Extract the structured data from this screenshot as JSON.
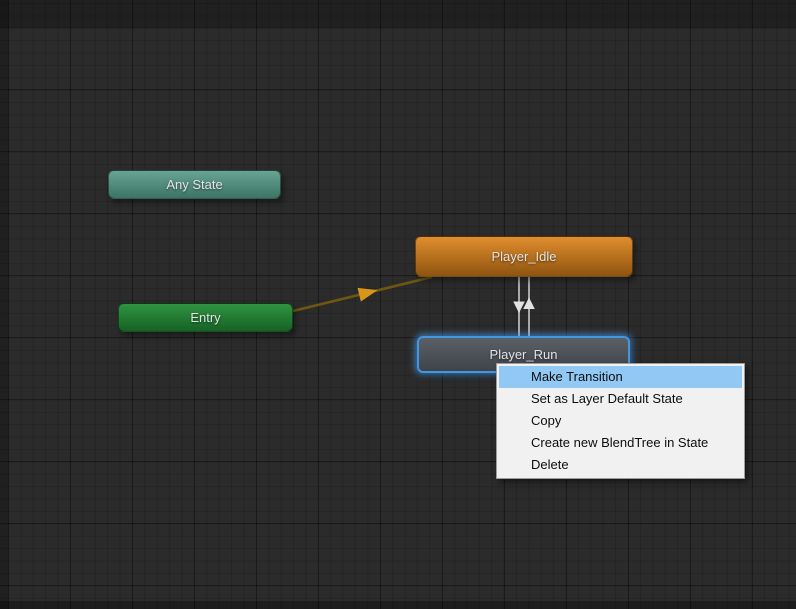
{
  "canvas": {
    "background": "#2b2b2b",
    "grid_minor_color": "#242424",
    "grid_major_color": "#1c1c1c"
  },
  "nodes": {
    "any_state": {
      "label": "Any State",
      "color_top": "#68a393",
      "color_bottom": "#3c7465"
    },
    "player_idle": {
      "label": "Player_Idle",
      "color_top": "#e08e2e",
      "color_bottom": "#8e5410"
    },
    "entry": {
      "label": "Entry",
      "color_top": "#2f9441",
      "color_bottom": "#176226"
    },
    "player_run": {
      "label": "Player_Run",
      "color_top": "#5b5f66",
      "color_bottom": "#3f434a",
      "selected": true,
      "selection_color": "#4596e0"
    }
  },
  "transitions": [
    {
      "from": "Entry",
      "to": "Player_Idle",
      "line_color": "#6e5710",
      "arrow_color": "#d9961a"
    },
    {
      "from": "Player_Idle",
      "to": "Player_Run",
      "line_color": "#a9a9a9",
      "arrow_color": "#e2e2e2"
    },
    {
      "from": "Player_Run",
      "to": "Player_Idle",
      "line_color": "#a9a9a9",
      "arrow_color": "#e2e2e2"
    }
  ],
  "context_menu": {
    "highlight_color": "#92c8f4",
    "items": [
      {
        "label": "Make Transition",
        "highlighted": true
      },
      {
        "label": "Set as Layer Default State",
        "highlighted": false
      },
      {
        "label": "Copy",
        "highlighted": false
      },
      {
        "label": "Create new BlendTree in State",
        "highlighted": false
      },
      {
        "label": "Delete",
        "highlighted": false
      }
    ]
  }
}
